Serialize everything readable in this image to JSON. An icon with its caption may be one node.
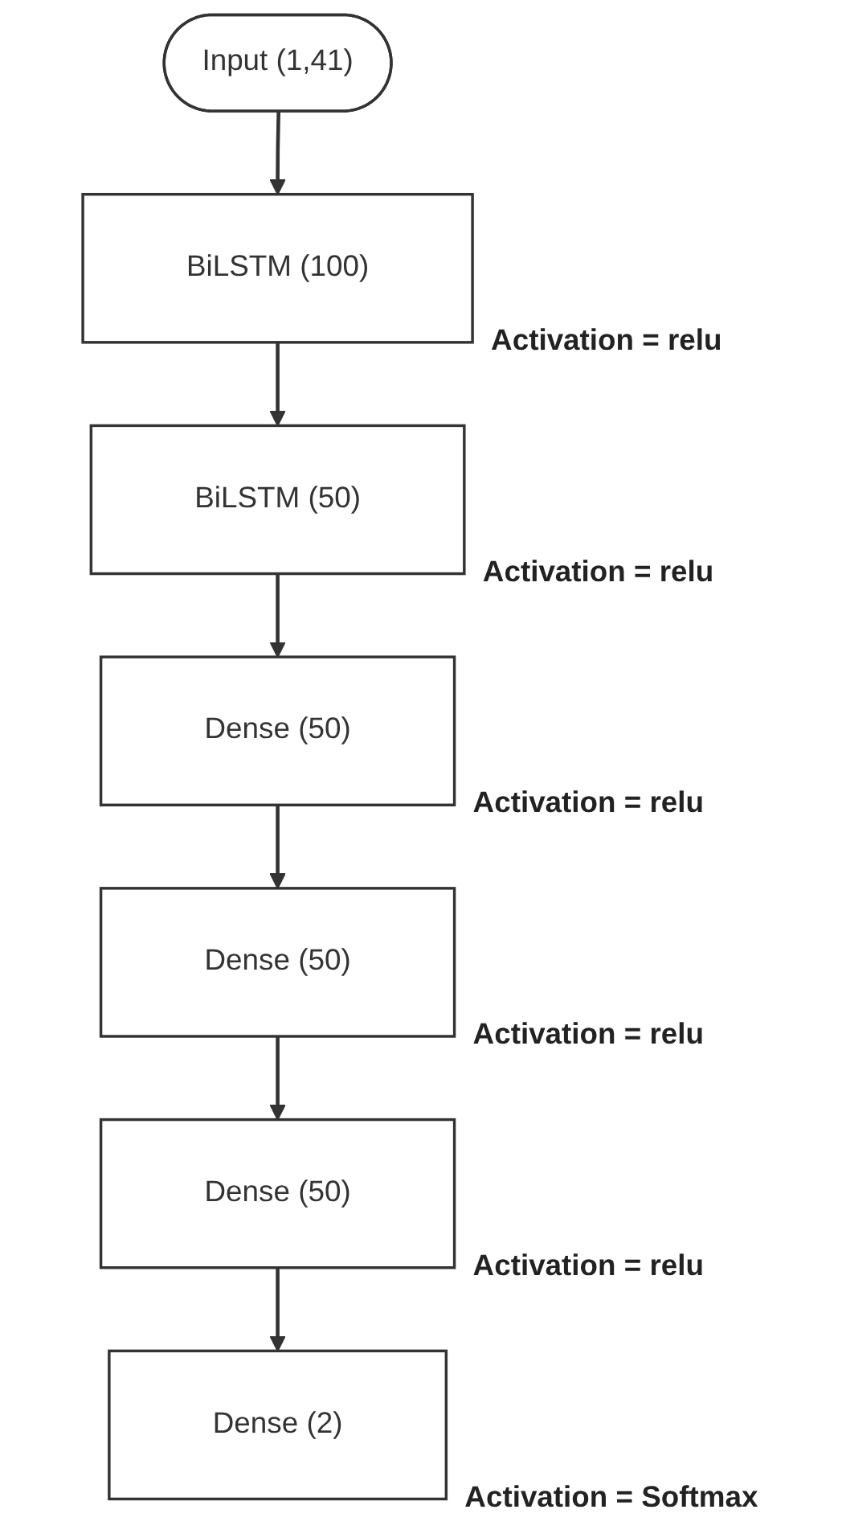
{
  "diagram": {
    "nodes": [
      {
        "text": [
          "Input (1,41)"
        ]
      },
      {
        "text": [
          "BiLSTM (100)"
        ],
        "beside": [
          "Activation = relu"
        ]
      },
      {
        "text": [
          "BiLSTM (50)"
        ],
        "beside": [
          "Activation = relu"
        ]
      },
      {
        "text": [
          "Dense (50)"
        ],
        "beside": [
          "Activation = relu"
        ]
      },
      {
        "text": [
          "Dense (50)"
        ],
        "beside": [
          "Activation = relu"
        ]
      },
      {
        "text": [
          "Dense (50)"
        ],
        "beside": [
          "Activation = relu"
        ]
      },
      {
        "text": [
          "Dense (2)"
        ],
        "beside": [
          "Activation = Softmax"
        ]
      }
    ],
    "edges": [
      {
        "from": 0,
        "to": 1,
        "arrow": "to"
      },
      {
        "from": 1,
        "to": 2,
        "arrow": "to"
      },
      {
        "from": 2,
        "to": 3,
        "arrow": "to"
      },
      {
        "from": 3,
        "to": 4,
        "arrow": "to"
      },
      {
        "from": 4,
        "to": 5,
        "arrow": "to"
      },
      {
        "from": 5,
        "to": 6,
        "arrow": "to"
      }
    ]
  }
}
